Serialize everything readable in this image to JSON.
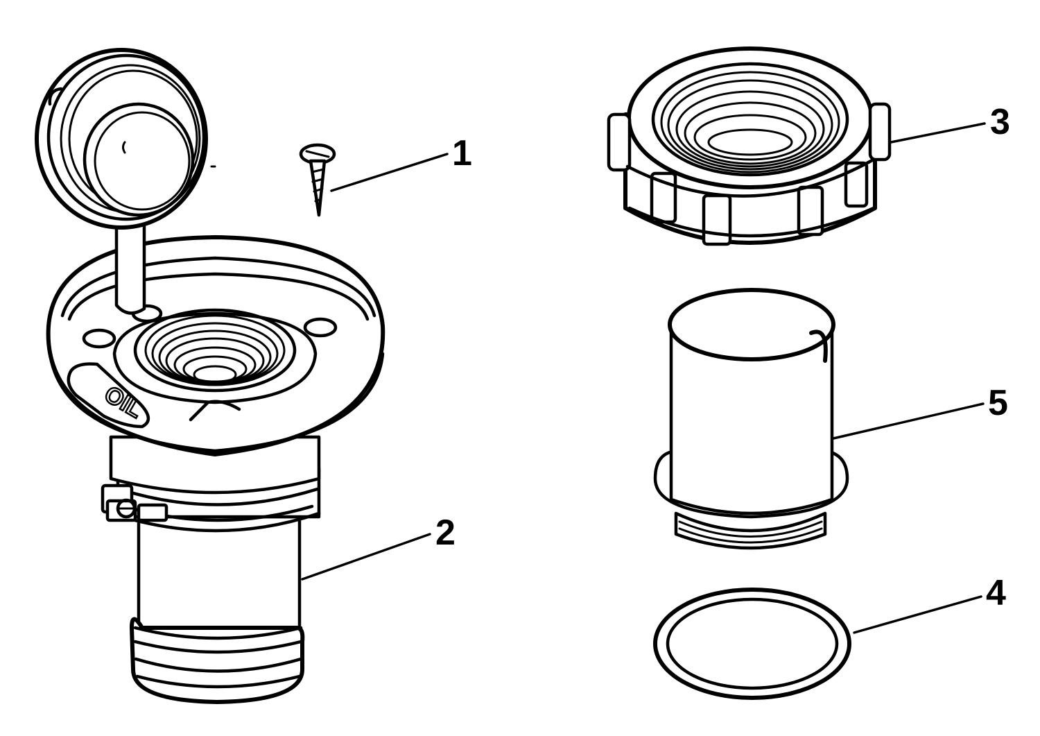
{
  "callouts": [
    {
      "id": "1",
      "label": "1"
    },
    {
      "id": "2",
      "label": "2"
    },
    {
      "id": "3",
      "label": "3"
    },
    {
      "id": "4",
      "label": "4"
    },
    {
      "id": "5",
      "label": "5"
    }
  ],
  "parts": {
    "filler_body": {
      "embossed_text": "OIL"
    }
  }
}
